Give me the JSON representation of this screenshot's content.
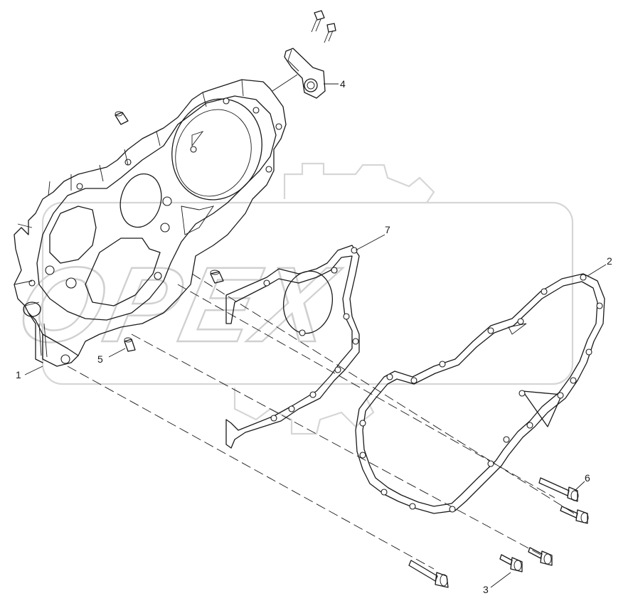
{
  "watermark": {
    "text": "OPEX"
  },
  "callouts": [
    {
      "id": "1",
      "label": "1"
    },
    {
      "id": "2",
      "label": "2"
    },
    {
      "id": "3",
      "label": "3"
    },
    {
      "id": "4",
      "label": "4"
    },
    {
      "id": "5",
      "label": "5"
    },
    {
      "id": "6",
      "label": "6"
    },
    {
      "id": "7",
      "label": "7"
    }
  ],
  "parts": [
    {
      "callout": "1",
      "name": "timing cover"
    },
    {
      "callout": "2",
      "name": "gasket"
    },
    {
      "callout": "3",
      "name": "bolt"
    },
    {
      "callout": "4",
      "name": "bracket"
    },
    {
      "callout": "5",
      "name": "dowel pin"
    },
    {
      "callout": "6",
      "name": "bolt"
    },
    {
      "callout": "7",
      "name": "gasket"
    }
  ],
  "colors": {
    "line": "#1a1a1a",
    "watermark": "#d0d0d0",
    "background": "#ffffff"
  }
}
